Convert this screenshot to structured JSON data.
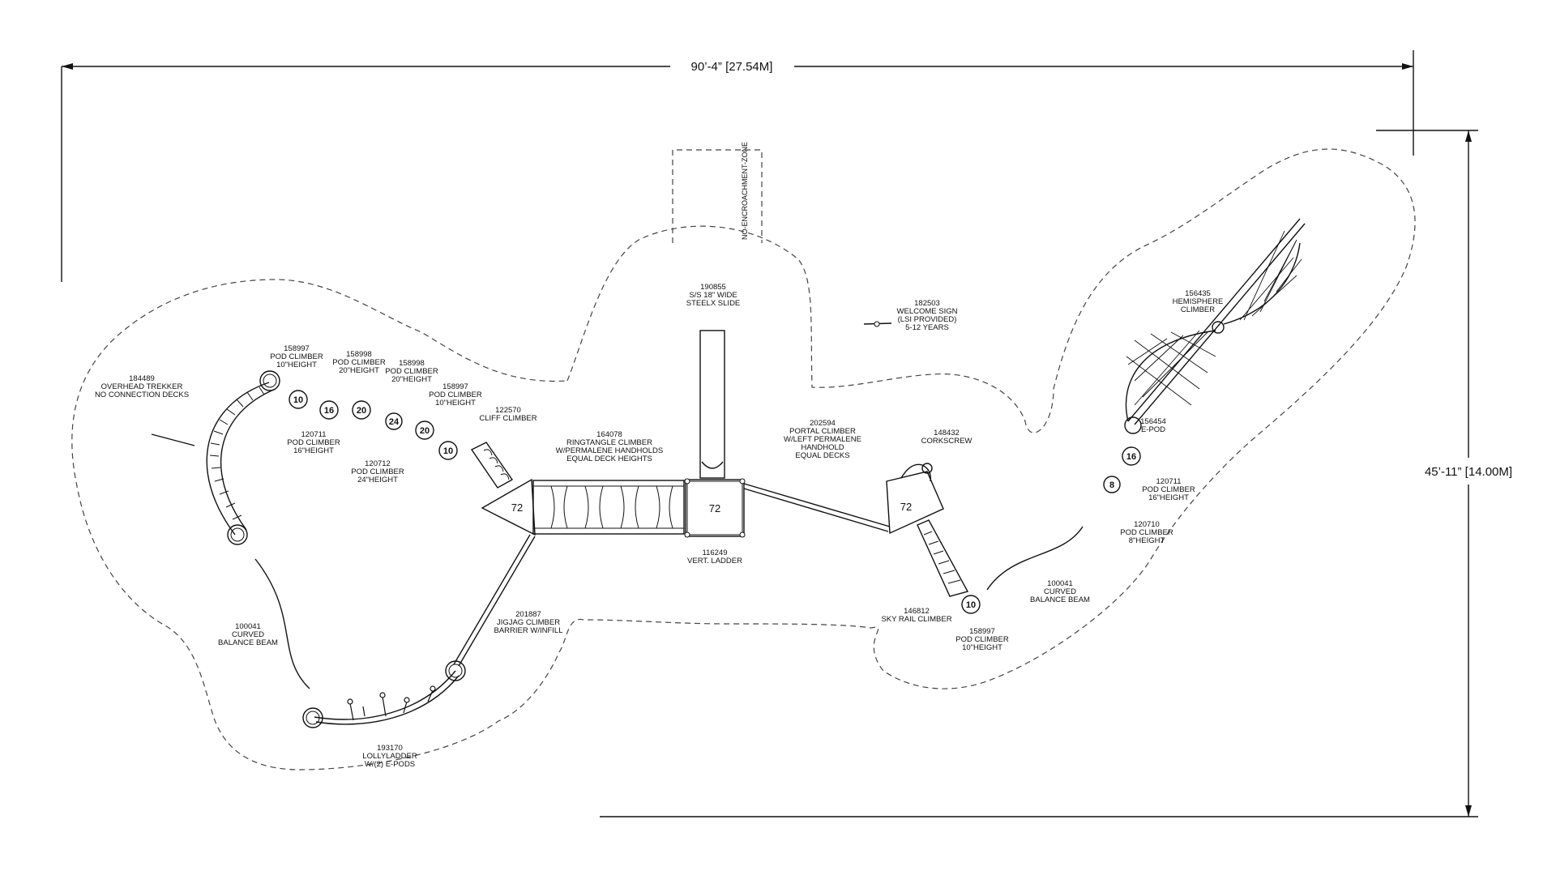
{
  "dimensions": {
    "width_label": "90’-4” [27.54M]",
    "height_label": "45’-11” [14.00M]"
  },
  "zone": {
    "no_encroachment_label": "NO-ENCROACHMENT-ZONE"
  },
  "decks": {
    "deck_value": "72"
  },
  "components": {
    "overhead_trekker": [
      "184489",
      "OVERHEAD TREKKER",
      "NO CONNECTION DECKS"
    ],
    "pod_158997_a": [
      "158997",
      "POD CLIMBER",
      "10\"HEIGHT"
    ],
    "pod_158998_a": [
      "158998",
      "POD CLIMBER",
      "20\"HEIGHT"
    ],
    "pod_158998_b": [
      "158998",
      "POD CLIMBER",
      "20\"HEIGHT"
    ],
    "pod_158997_b": [
      "158997",
      "POD CLIMBER",
      "10\"HEIGHT"
    ],
    "cliff_climber": [
      "122570",
      "CLIFF CLIMBER"
    ],
    "pod_120711_a": [
      "120711",
      "POD CLIMBER",
      "16\"HEIGHT"
    ],
    "pod_120712": [
      "120712",
      "POD CLIMBER",
      "24\"HEIGHT"
    ],
    "ringtangle": [
      "164078",
      "RINGTANGLE CLIMBER",
      "W/PERMALENE HANDHOLDS",
      "EQUAL DECK HEIGHTS"
    ],
    "slide": [
      "190855",
      "S/S 18\" WIDE",
      "STEELX SLIDE"
    ],
    "welcome_sign": [
      "182503",
      "WELCOME SIGN",
      "(LSI PROVIDED)",
      "5-12 YEARS"
    ],
    "portal_climber": [
      "202594",
      "PORTAL CLIMBER",
      "W/LEFT PERMALENE",
      "HANDHOLD",
      "EQUAL DECKS"
    ],
    "corkscrew": [
      "148432",
      "CORKSCREW"
    ],
    "vert_ladder": [
      "116249",
      "VERT. LADDER"
    ],
    "jigjag": [
      "201887",
      "JIGJAG CLIMBER",
      "BARRIER W/INFILL"
    ],
    "balance_beam_left": [
      "100041",
      "CURVED",
      "BALANCE BEAM"
    ],
    "lollyladder": [
      "193170",
      "LOLLYLADDER",
      "W/(2) E-PODS"
    ],
    "sky_rail": [
      "146812",
      "SKY RAIL CLIMBER"
    ],
    "pod_158997_c": [
      "158997",
      "POD CLIMBER",
      "10\"HEIGHT"
    ],
    "balance_beam_right": [
      "100041",
      "CURVED",
      "BALANCE BEAM"
    ],
    "hemisphere": [
      "156435",
      "HEMISPHERE",
      "CLIMBER"
    ],
    "epod": [
      "156454",
      "E-POD"
    ],
    "pod_120711_b": [
      "120711",
      "POD CLIMBER",
      "16\"HEIGHT"
    ],
    "pod_120710": [
      "120710",
      "POD CLIMBER",
      "8\"HEIGHT"
    ]
  },
  "pod_markers": {
    "a": "10",
    "b": "16",
    "c": "20",
    "d": "24",
    "e": "20",
    "f": "10",
    "g": "16",
    "h": "8",
    "i": "10"
  }
}
